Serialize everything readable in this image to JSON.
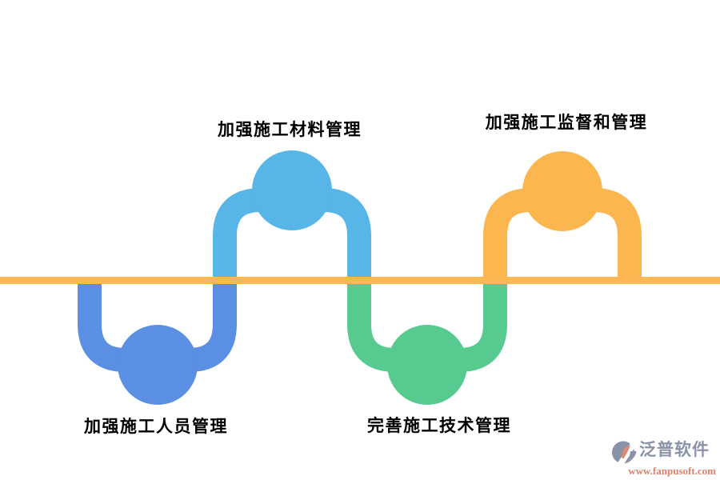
{
  "diagram": {
    "type": "alternating-wave-timeline",
    "timeline_color": "#FBB853",
    "label_text_color": "#000000",
    "nodes": [
      {
        "id": "personnel",
        "label": "加强施工人员管理",
        "position": "bottom-left",
        "color": "#5B8FE3"
      },
      {
        "id": "materials",
        "label": "加强施工材料管理",
        "position": "top-left",
        "color": "#57B5E7"
      },
      {
        "id": "technology",
        "label": "完善施工技术管理",
        "position": "bottom-middle",
        "color": "#57CB8F"
      },
      {
        "id": "supervision",
        "label": "加强施工监督和管理",
        "position": "top-right",
        "color": "#FBB64F"
      }
    ]
  },
  "watermark": {
    "brand": "泛普软件",
    "url": "www.fanpusoft.com",
    "brand_color": "#8A92A9",
    "url_color": "#DF8168",
    "icon_accent_color": "#D98A70"
  }
}
